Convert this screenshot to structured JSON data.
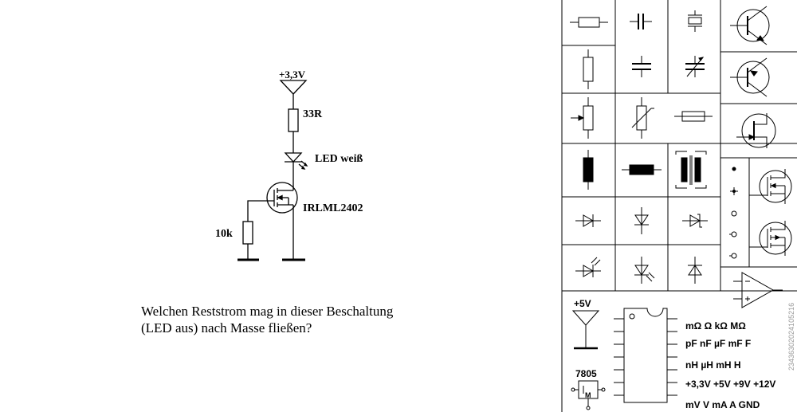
{
  "schematic": {
    "supply_label": "+3,3V",
    "resistor_top_label": "33R",
    "led_label": "LED weiß",
    "mosfet_label": "IRLML2402",
    "resistor_gate_label": "10k"
  },
  "question": {
    "line1": "Welchen Reststrom mag in dieser Beschaltung",
    "line2": "(LED aus) nach Masse fließen?"
  },
  "palette": {
    "plus5v_label": "+5V",
    "regulator_label": "7805",
    "regulator_pin": "M",
    "unit_rows": [
      "mΩ  Ω  kΩ  MΩ",
      "pF  nF  µF  mF  F",
      "nH  µH  mH  H",
      "+3,3V  +5V  +9V  +12V",
      "mV  V  mA  A   GND"
    ]
  },
  "watermark": "23436302024105216"
}
